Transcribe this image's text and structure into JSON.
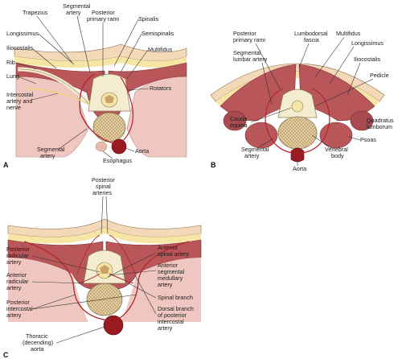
{
  "panels": {
    "a": {
      "letter": "A",
      "labels": {
        "trapezius": "Trapezius",
        "segmental_artery_top_1": "Segmental",
        "segmental_artery_top_2": "artery",
        "posterior_primary_rami_1": "Posterior",
        "posterior_primary_rami_2": "primary rami",
        "spinalis": "Spinalis",
        "longissimus": "Longissimus",
        "semispinalis": "Semispinalis",
        "iliocostalis": "Iliocostalis",
        "multifidus": "Multifidus",
        "rib": "Rib",
        "lung": "Lung",
        "rotators": "Rotators",
        "intercostal_1": "Intercostal",
        "intercostal_2": "artery and",
        "intercostal_3": "nerve",
        "segmental_artery_bottom_1": "Segmental",
        "segmental_artery_bottom_2": "artery",
        "aorta": "Aorta",
        "esophagus": "Esophagus"
      }
    },
    "b": {
      "letter": "B",
      "labels": {
        "posterior_primary_rami_1": "Posterior",
        "posterior_primary_rami_2": "primary rami",
        "lumbodorsal_1": "Lumbodorsal",
        "lumbodorsal_2": "fascia",
        "multifidus": "Multifidus",
        "longissimus": "Longissimus",
        "segmental_lumbar_1": "Segmental",
        "segmental_lumbar_2": "lumbar artery",
        "iliocostalis": "Iliocostalis",
        "pedicle": "Pedicle",
        "cauda_1": "Cauda",
        "cauda_2": "equina",
        "quadratus_1": "Quadratus",
        "quadratus_2": "lumborum",
        "psoas": "Psoas",
        "segmental_artery_1": "Segmental",
        "segmental_artery_2": "artery",
        "vertebral_body_1": "Vertebral",
        "vertebral_body_2": "body",
        "aorta": "Aorta"
      }
    },
    "c": {
      "letter": "C",
      "labels": {
        "posterior_spinal_1": "Posterior",
        "posterior_spinal_2": "spinal",
        "posterior_spinal_3": "arteries",
        "posterior_radicular_1": "Posterior",
        "posterior_radicular_2": "radicular",
        "posterior_radicular_3": "artery",
        "anterior_spinal_1": "Anterior",
        "anterior_spinal_2": "spinal artery",
        "anterior_segmental_1": "Anterior",
        "anterior_segmental_2": "segmental",
        "anterior_segmental_3": "medullary",
        "anterior_segmental_4": "artery",
        "anterior_radicular_1": "Anterior",
        "anterior_radicular_2": "radicular",
        "anterior_radicular_3": "artery",
        "spinal_branch": "Spinal branch",
        "posterior_intercostal_1": "Posterior",
        "posterior_intercostal_2": "intercostal",
        "posterior_intercostal_3": "artery",
        "dorsal_branch_1": "Dorsal branch",
        "dorsal_branch_2": "of posterior",
        "dorsal_branch_3": "intercostal",
        "dorsal_branch_4": "artery",
        "thoracic_aorta_1": "Thoracic",
        "thoracic_aorta_2": "(decending)",
        "thoracic_aorta_3": "aorta"
      }
    }
  },
  "colors": {
    "skin": "#f3d9b8",
    "fat": "#f6e6a6",
    "muscle": "#b8565a",
    "muscle_dark": "#9e4248",
    "bone": "#f4ecd0",
    "marrow": "#c9a26b",
    "artery": "#b3262e",
    "aorta": "#9a1a22",
    "nerve": "#e8d27a",
    "lung": "#f0c7c0",
    "fascia": "#e9ded4"
  }
}
